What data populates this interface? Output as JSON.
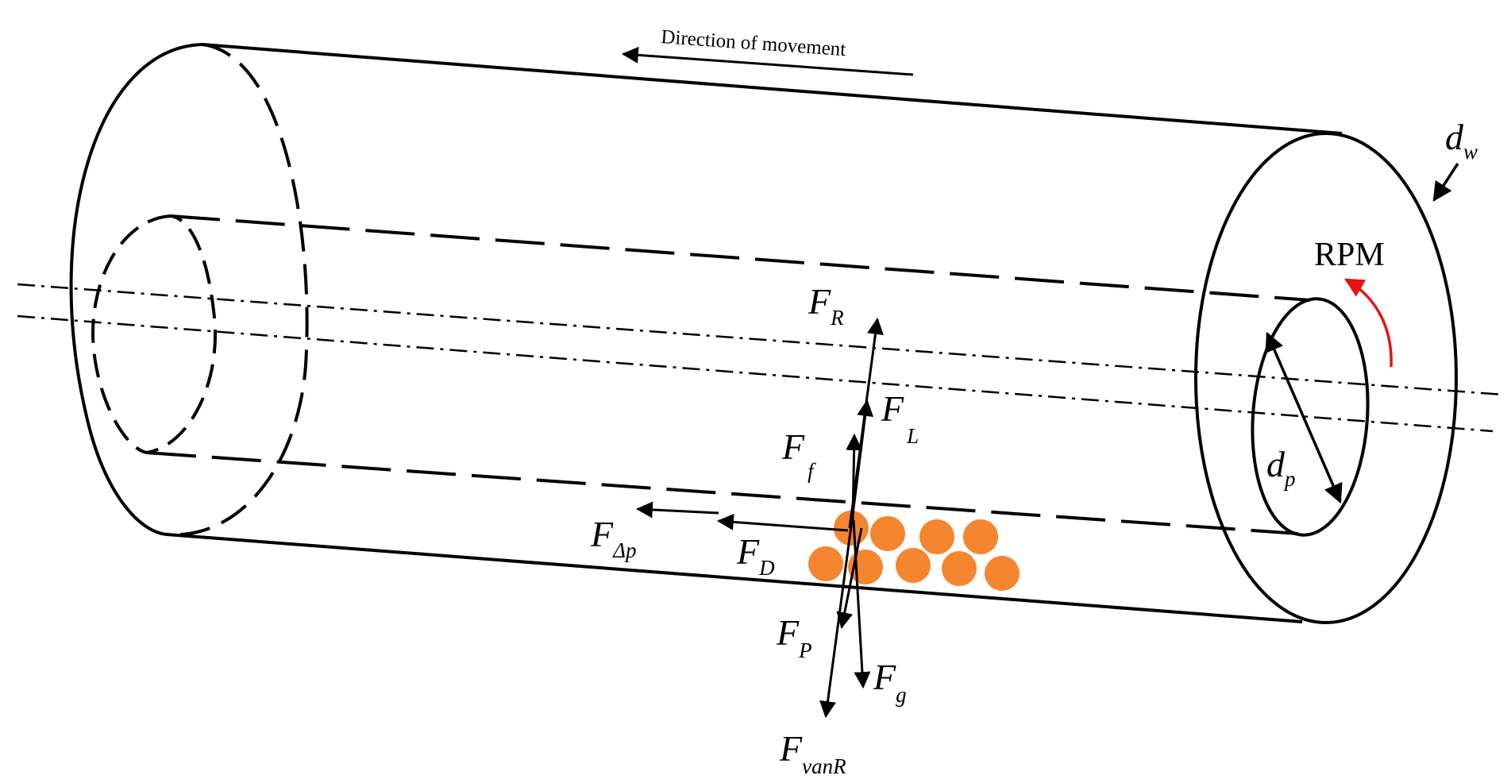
{
  "caption": "Direction of movement",
  "rpm_label": "RPM",
  "rpm_color": "#e8120f",
  "particle_color": "#f5852e",
  "labels": {
    "dw": {
      "main": "d",
      "sub": "w"
    },
    "dp": {
      "main": "d",
      "sub": "p"
    },
    "FR": {
      "main": "F",
      "sub": "R"
    },
    "FL": {
      "main": "F",
      "sub": "L"
    },
    "Ff": {
      "main": "F",
      "sub": "f"
    },
    "Fdp": {
      "main": "F",
      "sub": "Δp"
    },
    "FD": {
      "main": "F",
      "sub": "D"
    },
    "FP": {
      "main": "F",
      "sub": "P"
    },
    "Fg": {
      "main": "F",
      "sub": "g"
    },
    "FvanR": {
      "main": "F",
      "sub": "vanR"
    }
  },
  "icons": {
    "movement_arrow": "left-arrow-icon",
    "rotation_arrow": "curved-arrow-icon"
  }
}
